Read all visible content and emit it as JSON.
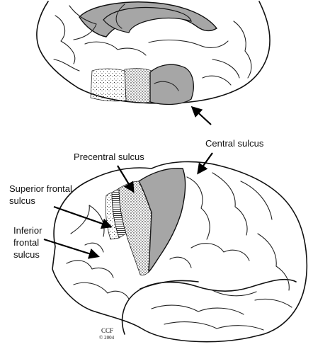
{
  "labels": {
    "central_sulcus": "Central sulcus",
    "precentral_sulcus": "Precentral sulcus",
    "superior_frontal_line1": "Superior frontal",
    "superior_frontal_line2": "sulcus",
    "inferior_frontal_line1": "Inferior",
    "inferior_frontal_line2": "frontal",
    "inferior_frontal_line3": "sulcus"
  },
  "signature": {
    "initials": "CCF",
    "year": "© 2004"
  },
  "colors": {
    "gray_fill": "#a6a6a6",
    "ink": "#111111",
    "background": "#ffffff"
  }
}
